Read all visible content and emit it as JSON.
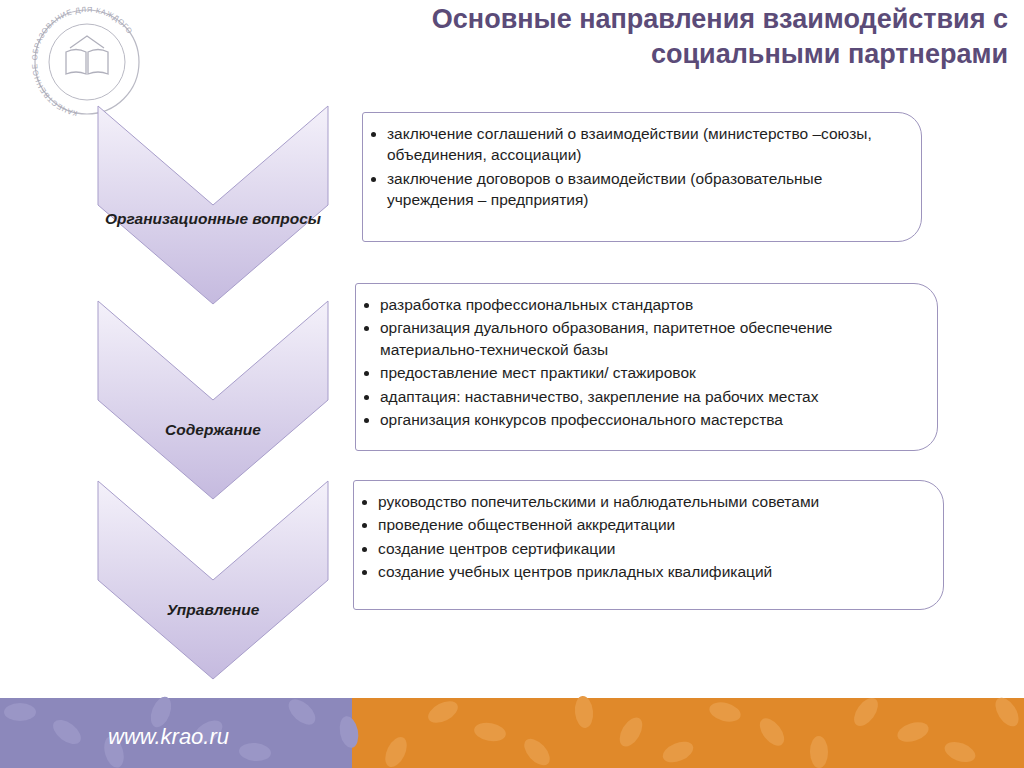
{
  "diagram": {
    "title": "Основные направления взаимодействия с социальными партнерами",
    "nodes": [
      {
        "text": [
          "Организационные вопросы"
        ]
      },
      {
        "text": [
          "заключение соглашений о взаимодействии (министерство –союзы, объединения, ассоциации)",
          "заключение договоров о взаимодействии (образовательные учреждения – предприятия)"
        ]
      },
      {
        "text": [
          "Содержание"
        ]
      },
      {
        "text": [
          "разработка профессиональных стандартов",
          "организация дуального образования, паритетное обеспечение материально-технической базы",
          "предоставление  мест  практики/ стажировок",
          "адаптация: наставничество, закрепление на рабочих местах",
          "организация  конкурсов профессионального мастерства"
        ]
      },
      {
        "text": [
          "Управление"
        ]
      },
      {
        "text": [
          "руководство попечительскими и наблюдательными советами",
          "проведение общественной аккредитации",
          "создание центров сертификации",
          "создание учебных центров прикладных квалификаций"
        ]
      }
    ],
    "labels": [
      "КАЧЕСТВЕННОЕ ОБРАЗОВАНИЕ ДЛЯ КАЖДОГО",
      "www.krao.ru"
    ]
  }
}
